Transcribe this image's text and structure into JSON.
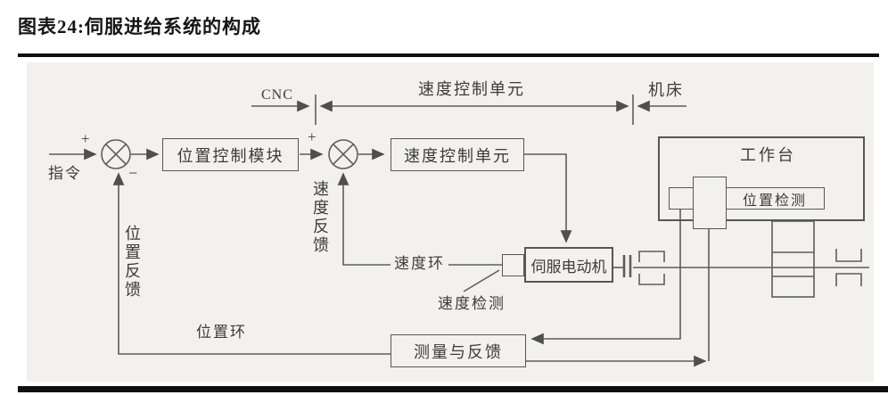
{
  "title": "图表24:伺服进给系统的构成",
  "diagram": {
    "regions": {
      "cnc": "CNC",
      "speed_unit_span": "速度控制单元",
      "machine": "机床"
    },
    "nodes": {
      "position_control": "位置控制模块",
      "speed_control": "速度控制单元",
      "servo_motor": "伺服电动机",
      "measure_feedback": "测量与反馈",
      "worktable": "工作台",
      "position_detect": "位置检测"
    },
    "labels": {
      "command": "指令",
      "plus1": "+",
      "minus": "−",
      "plus2": "+",
      "speed_feedback": "速度反馈",
      "position_feedback": "位置反馈",
      "speed_loop": "速度环",
      "speed_detect": "速度检测",
      "position_loop": "位置环"
    }
  },
  "colors": {
    "line": "#5d5d5d",
    "text": "#3c3c3c",
    "rule": "#101010",
    "scan_background": "#f2f1ee"
  }
}
